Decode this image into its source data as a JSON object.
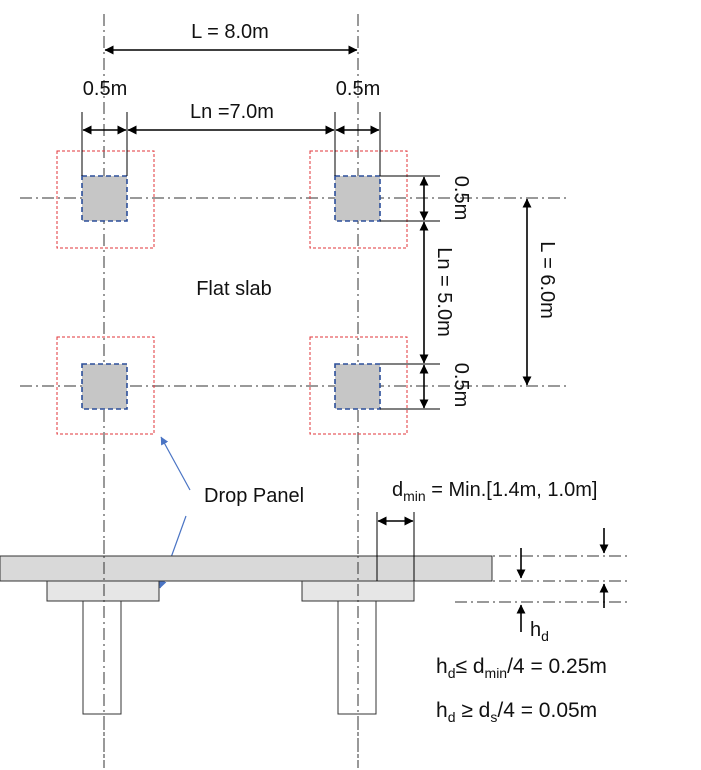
{
  "labels": {
    "span_L": "L = 8.0m",
    "span_Ln": "Ln =7.0m",
    "col_left": "0.5m",
    "col_right": "0.5m",
    "v_col_top": "0.5m",
    "v_Ln": "Ln = 5.0m",
    "v_col_bottom": "0.5m",
    "v_L": "L = 6.0m",
    "flat_slab": "Flat slab",
    "drop_panel": "Drop Panel",
    "dmin_prefix": "d",
    "dmin_sub": "min",
    "dmin_value": " = Min.[1.4m, 1.0m]",
    "hd_base": "h",
    "hd_sub": "d",
    "eq1_h": "h",
    "eq1_hsub": "d",
    "eq1_mid": "≤ d",
    "eq1_dsub": "min",
    "eq1_end": "/4 = 0.25m",
    "eq2_h": "h",
    "eq2_hsub": "d",
    "eq2_mid": " ≥ d",
    "eq2_dsub": "s",
    "eq2_end": "/4 = 0.05m"
  },
  "colors": {
    "drop_panel_outline": "#e2343a",
    "column_outline": "#2c4f9a",
    "column_fill": "#c6c6c6",
    "leader": "#4a74c4"
  }
}
